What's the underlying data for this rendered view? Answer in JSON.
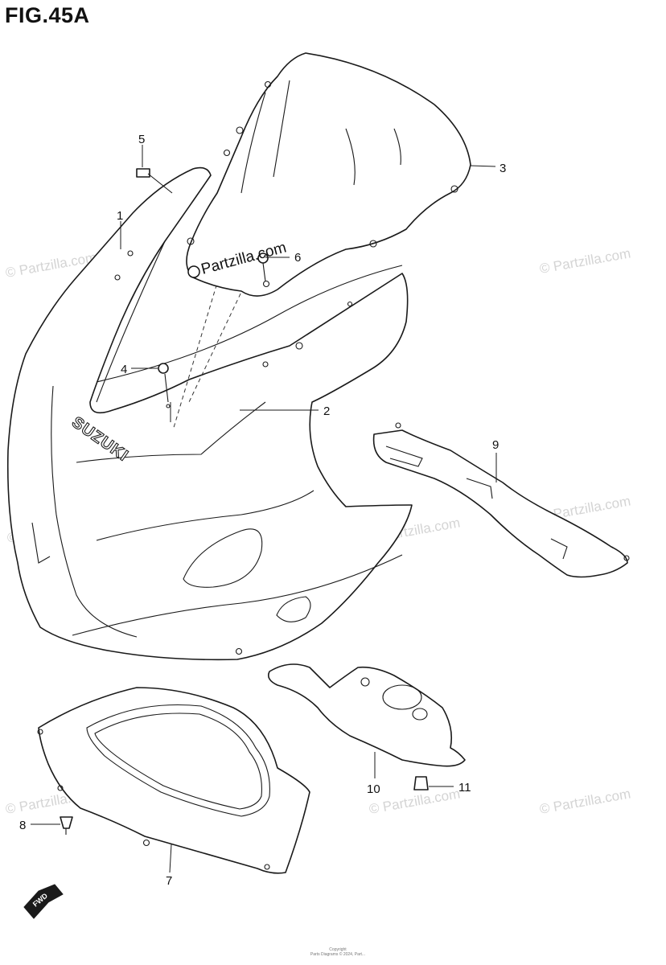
{
  "figure": {
    "title": "FIG.45A"
  },
  "watermark": {
    "text": "© Partzilla.com"
  },
  "logo": {
    "text": "Partzilla.com",
    "icon": "partzilla-logo-icon"
  },
  "brand_text": "SUZUKI",
  "fwd_label": "FWD",
  "copyright_lines": [
    "Copyright",
    "Parts Diagrams © 2024, Part..."
  ],
  "callouts": [
    "1",
    "2",
    "3",
    "4",
    "5",
    "6",
    "7",
    "8",
    "9",
    "10",
    "11"
  ]
}
